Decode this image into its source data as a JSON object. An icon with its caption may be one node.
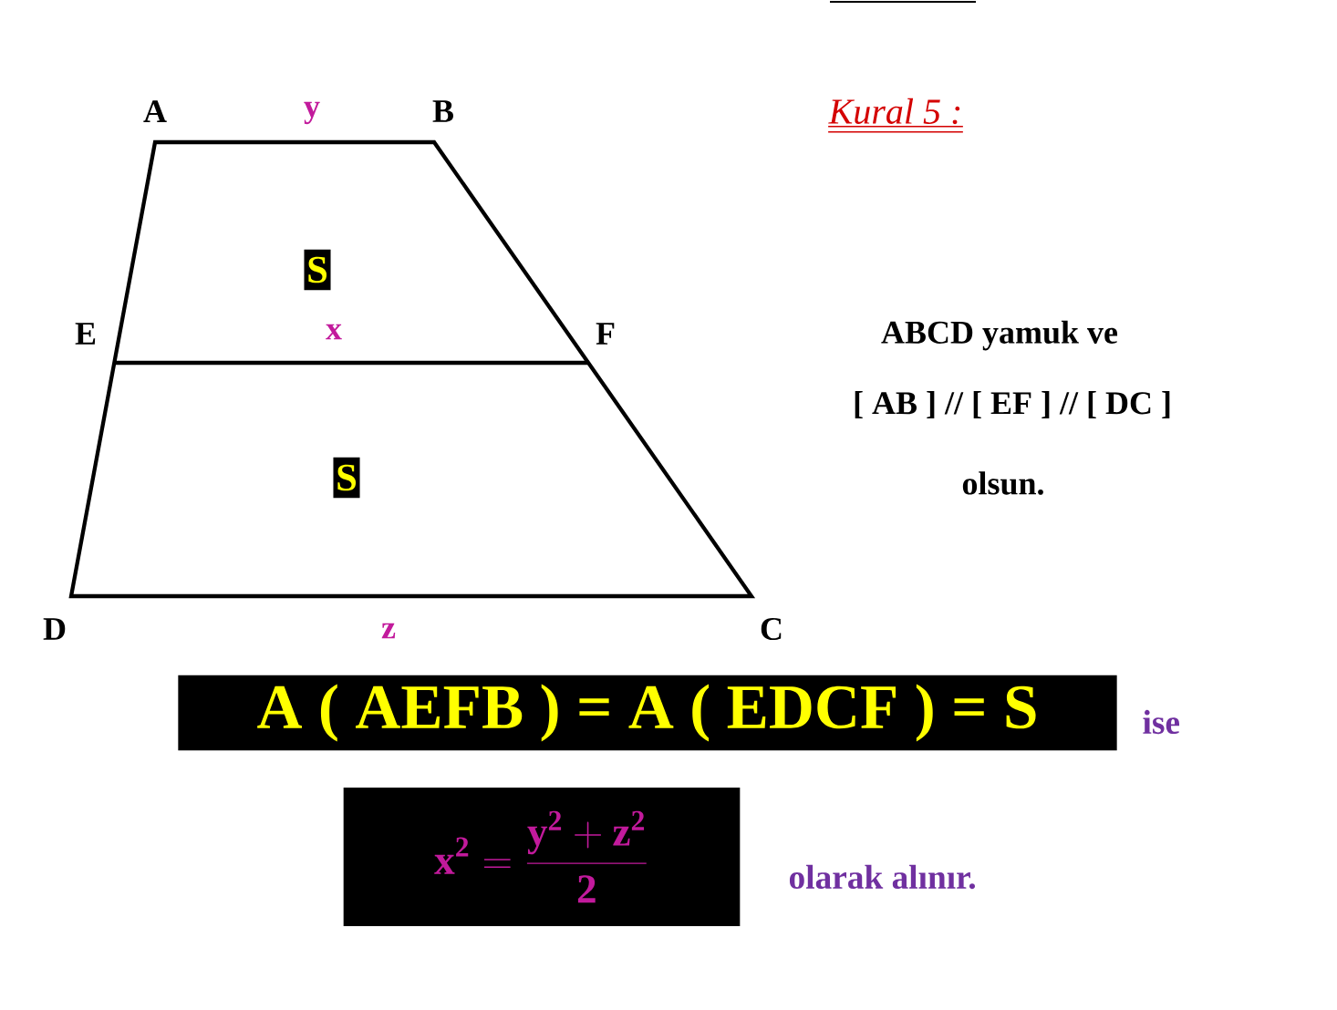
{
  "diagram": {
    "title": "Kural  5 :",
    "nodes": [
      {
        "text": [
          "S"
        ]
      },
      {
        "text": [
          "S"
        ]
      },
      {
        "text": [
          "A ( AEFB )  =  A ( EDCF )  =  S"
        ],
        "beside": [
          "ise"
        ]
      },
      {
        "text": [
          "\\mathbf{x^{2} = \\frac{y^{2}+z^{2}}{2}}"
        ],
        "beside": [
          "olarak alınır."
        ]
      }
    ],
    "labels": [
      "A",
      "y",
      "B",
      "E",
      "x",
      "F",
      "ABCD  yamuk ve",
      "[ AB ]  //  [ EF ]  //  [ DC ]",
      "olsun.",
      "D",
      "z",
      "C"
    ]
  }
}
